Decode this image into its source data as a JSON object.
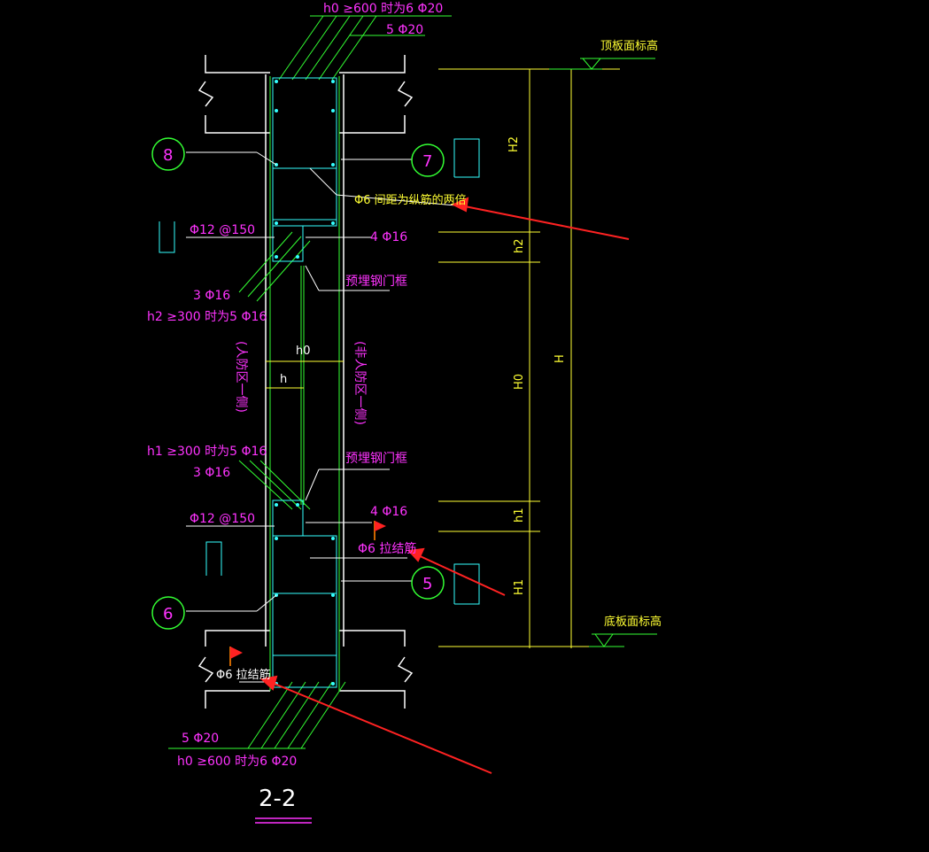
{
  "colors": {
    "background": "#000000",
    "rebar": "#33ff33",
    "stirrup": "#33ffff",
    "text_magenta": "#ff33ff",
    "text_yellow": "#ffff33",
    "arrow": "#ff2222"
  },
  "labels": {
    "top_h0": "h0 ≥600 时为6 Φ20",
    "top_5phi20": "5 Φ20",
    "top_elev": "顶板面标高",
    "bottom_elev": "底板面标高",
    "stirrup_note": "Φ6 间距为纵筋的两倍",
    "upper_phi12": "Φ12 @150",
    "upper_4phi16": "4 Φ16",
    "upper_3phi16": "3 Φ16",
    "h2_note": "h2 ≥300 时为5 Φ16",
    "upper_frame": "预埋钢门框",
    "h0": "h0",
    "h": "h",
    "left_side": "(人防区一侧)",
    "right_side": "(非人防区一侧)",
    "h1_note": "h1 ≥300 时为5 Φ16",
    "lower_3phi16": "3 Φ16",
    "lower_frame": "预埋钢门框",
    "lower_phi12": "Φ12 @150",
    "lower_4phi16": "4 Φ16",
    "tie_right": "Φ6 拉结筋",
    "tie_left": "Φ6 拉结筋",
    "bottom_5phi20": "5 Φ20",
    "bottom_h0": "h0 ≥600 时为6 Φ20",
    "section_title": "2-2"
  },
  "callouts": {
    "c8": "8",
    "c7": "7",
    "c6": "6",
    "c5": "5"
  },
  "dimensions": {
    "H2": "H2",
    "h2": "h2",
    "H0": "H0",
    "h1": "h1",
    "H1": "H1",
    "H": "H"
  }
}
